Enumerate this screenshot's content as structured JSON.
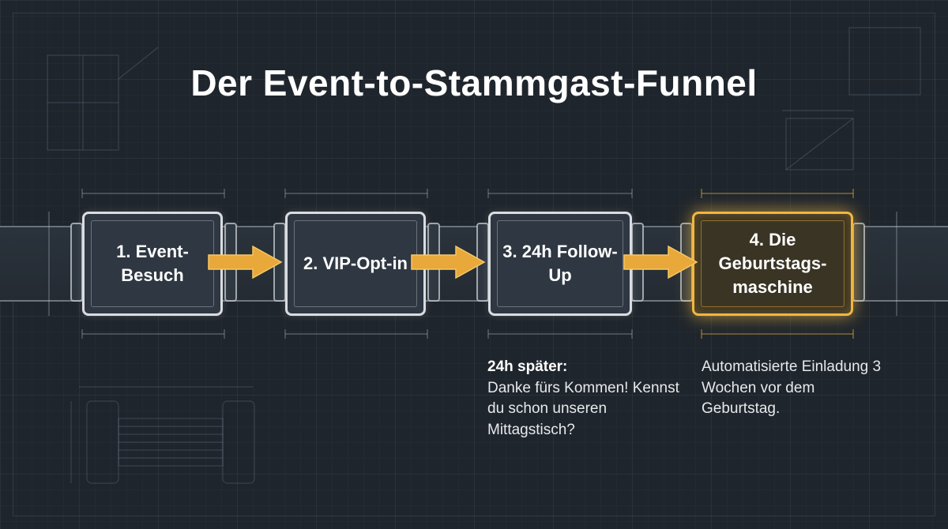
{
  "title": "Der Event-to-Stammgast-Funnel",
  "steps": [
    {
      "label": "1. Event-Besuch"
    },
    {
      "label": "2. VIP-Opt-in"
    },
    {
      "label": "3. 24h Follow-Up"
    },
    {
      "label": "4. Die Geburtstags-maschine",
      "highlighted": true
    }
  ],
  "notes": {
    "step3": {
      "heading": "24h später:",
      "text": "Danke fürs Kommen! Kennst du schon unseren Mittagstisch?"
    },
    "step4": {
      "text": "Automatisierte Einladung 3 Wochen vor dem Geburtstag."
    }
  },
  "colors": {
    "background": "#1f252c",
    "accent": "#f2b640",
    "box_border": "#d9dde2"
  }
}
